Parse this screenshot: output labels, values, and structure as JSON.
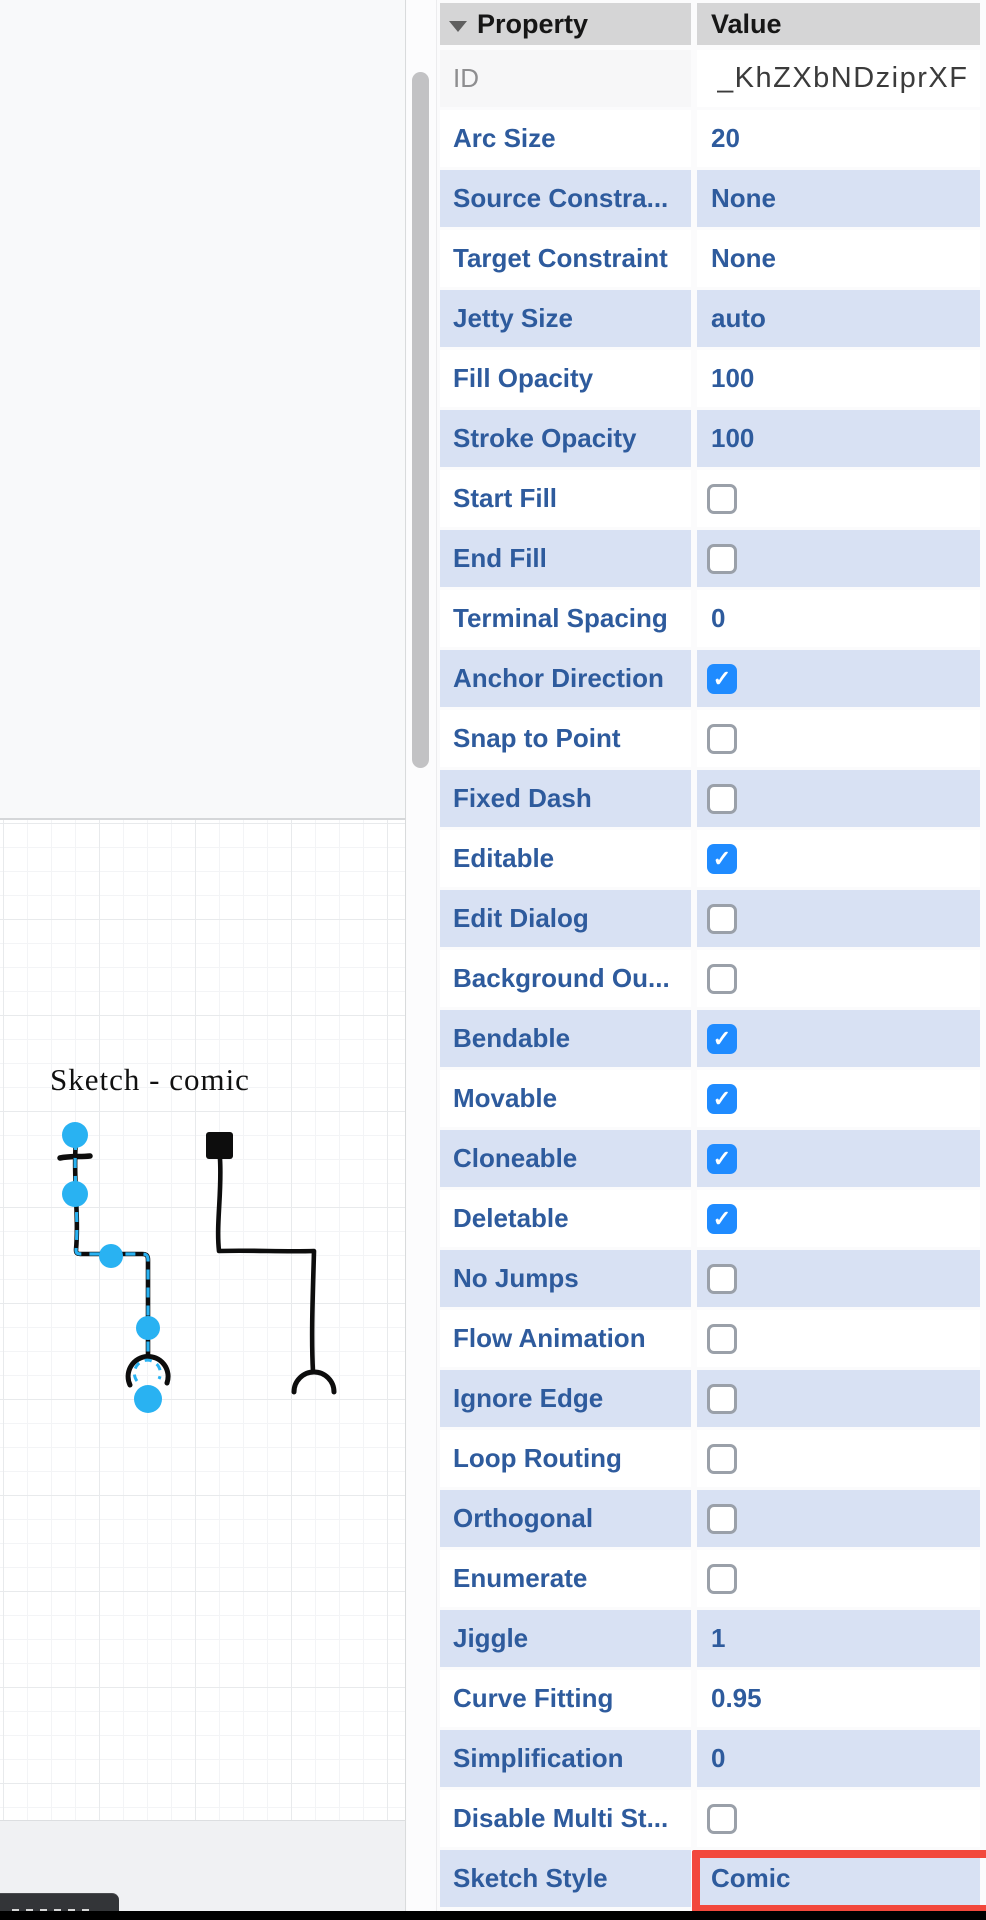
{
  "canvas": {
    "label": "Sketch - comic"
  },
  "panel": {
    "header": {
      "property": "Property",
      "value": "Value"
    },
    "rows": [
      {
        "label": "ID",
        "value": "_KhZXbNDziprXF",
        "id_row": true
      },
      {
        "label": "Arc Size",
        "value": "20"
      },
      {
        "label": "Source Constra...",
        "value": "None"
      },
      {
        "label": "Target Constraint",
        "value": "None"
      },
      {
        "label": "Jetty Size",
        "value": "auto"
      },
      {
        "label": "Fill Opacity",
        "value": "100"
      },
      {
        "label": "Stroke Opacity",
        "value": "100"
      },
      {
        "label": "Start Fill",
        "checkbox": false
      },
      {
        "label": "End Fill",
        "checkbox": false
      },
      {
        "label": "Terminal Spacing",
        "value": "0"
      },
      {
        "label": "Anchor Direction",
        "checkbox": true
      },
      {
        "label": "Snap to Point",
        "checkbox": false
      },
      {
        "label": "Fixed Dash",
        "checkbox": false
      },
      {
        "label": "Editable",
        "checkbox": true
      },
      {
        "label": "Edit Dialog",
        "checkbox": false
      },
      {
        "label": "Background Ou...",
        "checkbox": false
      },
      {
        "label": "Bendable",
        "checkbox": true
      },
      {
        "label": "Movable",
        "checkbox": true
      },
      {
        "label": "Cloneable",
        "checkbox": true
      },
      {
        "label": "Deletable",
        "checkbox": true
      },
      {
        "label": "No Jumps",
        "checkbox": false
      },
      {
        "label": "Flow Animation",
        "checkbox": false
      },
      {
        "label": "Ignore Edge",
        "checkbox": false
      },
      {
        "label": "Loop Routing",
        "checkbox": false
      },
      {
        "label": "Orthogonal",
        "checkbox": false
      },
      {
        "label": "Enumerate",
        "checkbox": false
      },
      {
        "label": "Jiggle",
        "value": "1"
      },
      {
        "label": "Curve Fitting",
        "value": "0.95"
      },
      {
        "label": "Simplification",
        "value": "0"
      },
      {
        "label": "Disable Multi St...",
        "checkbox": false
      },
      {
        "label": "Sketch Style",
        "value": "Comic",
        "highlighted": true
      }
    ]
  },
  "icons": {
    "collapse_triangle": "triangle-down",
    "checkmark": "✓"
  },
  "colors": {
    "accent": "#29b2f2",
    "checkBlue": "#1f8bff",
    "rowBlue": "#d8e1f3",
    "labelBlue": "#2e5b9d",
    "highlightRed": "#f2483c",
    "gridMajor": "#e8eaec",
    "gridMinor": "#f3f4f6",
    "sketchStroke": "#0d0d0d"
  }
}
